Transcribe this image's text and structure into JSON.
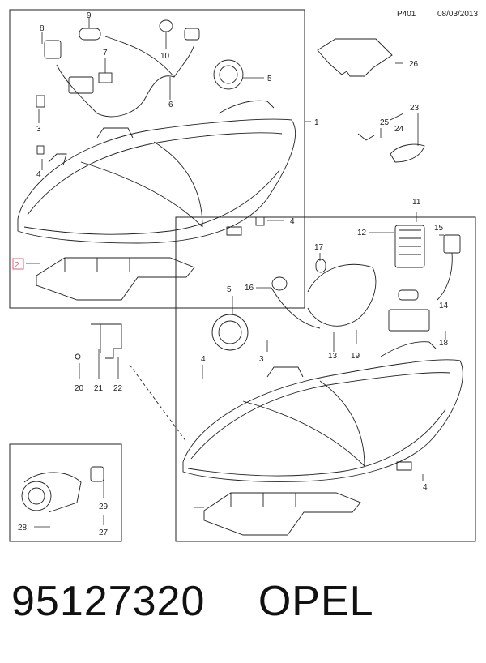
{
  "header": {
    "page_code": "P401",
    "date": "08/03/2013"
  },
  "footer": {
    "part_number": "95127320",
    "brand": "OPEL"
  },
  "callouts": [
    "1",
    "2",
    "3",
    "4",
    "5",
    "6",
    "7",
    "8",
    "9",
    "10",
    "11",
    "12",
    "13",
    "14",
    "15",
    "16",
    "17",
    "18",
    "19",
    "20",
    "21",
    "22",
    "23",
    "24",
    "25",
    "26",
    "27",
    "28",
    "29"
  ],
  "colors": {
    "line": "#222222",
    "highlight": "#e06080"
  }
}
